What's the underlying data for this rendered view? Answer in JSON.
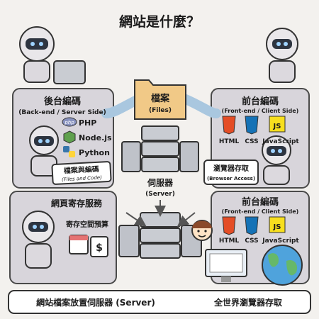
{
  "title": "網站是什麼？",
  "backend": {
    "title": "後台編碼",
    "subtitle": "(Back-end / Server Side)",
    "langs": [
      "PHP",
      "Node.js",
      "Python"
    ],
    "php_logo": "php",
    "card_title": "檔案與編碼",
    "card_sub": "(Files and Code)"
  },
  "files": {
    "title": "檔案",
    "subtitle": "(Files)"
  },
  "frontend_top": {
    "title": "前台編碼",
    "subtitle": "(Front-end / Client Side)",
    "langs": [
      "HTML",
      "CSS",
      "JavaScript"
    ],
    "js_badge": "JS"
  },
  "browser_access": {
    "title": "瀏覽器存取",
    "subtitle": "(Browser Access)"
  },
  "server": {
    "title": "伺服器",
    "subtitle": "(Server)"
  },
  "hosting": {
    "title": "網頁寄存服務",
    "budget": "寄存空間預算",
    "dollar": "$"
  },
  "frontend_bottom": {
    "title": "前台編碼",
    "subtitle": "(Front-end / Client Side)",
    "langs": [
      "HTML",
      "CSS",
      "JavaScript"
    ],
    "js_badge": "JS"
  },
  "bottom": {
    "left": "網站檔案放置伺服器 (Server)",
    "right": "全世界瀏覽器存取"
  },
  "colors": {
    "html": "#e44d26",
    "css": "#1572b6",
    "js": "#f7df1e",
    "python_blue": "#3776ab",
    "python_yellow": "#ffd43b",
    "node": "#5fa04e",
    "folder": "#f1c987",
    "arrow": "#a9c7df"
  }
}
